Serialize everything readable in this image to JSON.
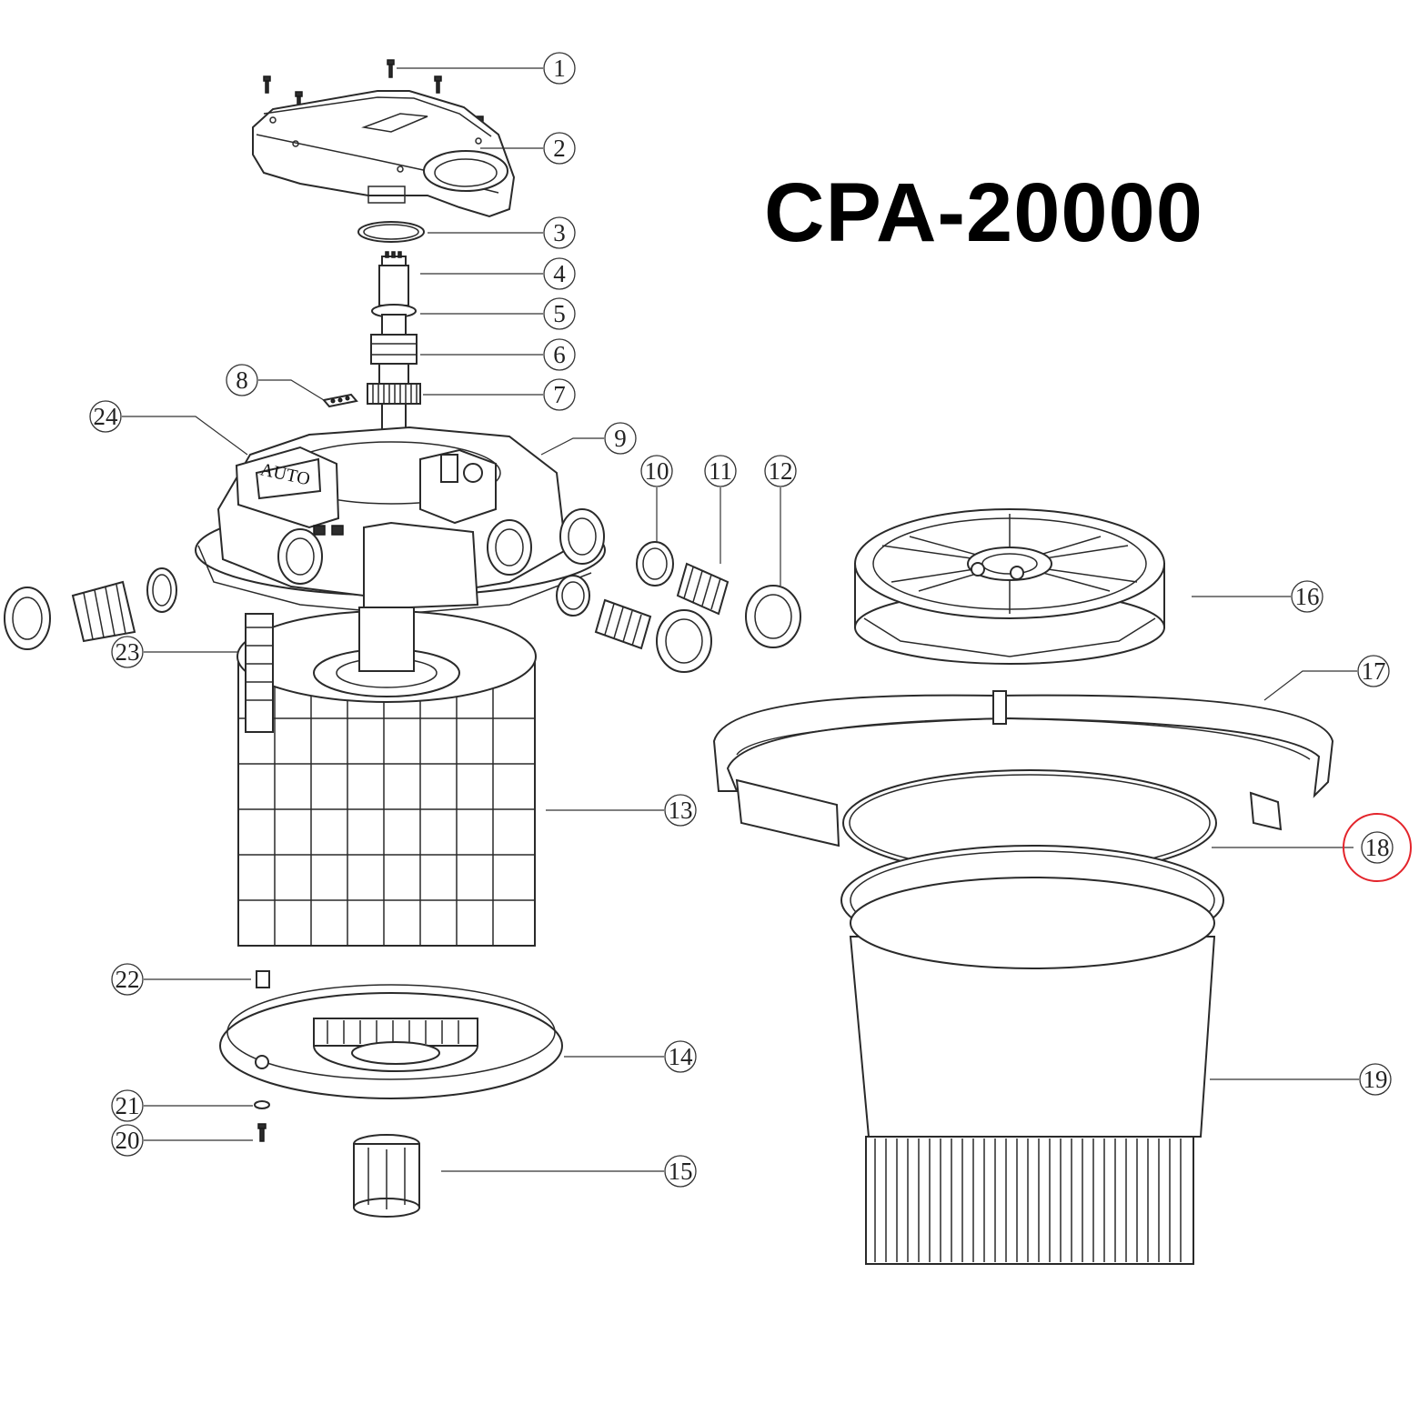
{
  "title": "CPA-20000",
  "embossed_label": "AUTO",
  "highlight_color": "#e3242b",
  "line_color": "#2a2a2a",
  "callouts": [
    {
      "num": "1"
    },
    {
      "num": "2"
    },
    {
      "num": "3"
    },
    {
      "num": "4"
    },
    {
      "num": "5"
    },
    {
      "num": "6"
    },
    {
      "num": "7"
    },
    {
      "num": "8"
    },
    {
      "num": "9"
    },
    {
      "num": "10"
    },
    {
      "num": "11"
    },
    {
      "num": "12"
    },
    {
      "num": "13"
    },
    {
      "num": "14"
    },
    {
      "num": "15"
    },
    {
      "num": "16"
    },
    {
      "num": "17"
    },
    {
      "num": "18",
      "highlighted": true
    },
    {
      "num": "19"
    },
    {
      "num": "20"
    },
    {
      "num": "21"
    },
    {
      "num": "22"
    },
    {
      "num": "23"
    },
    {
      "num": "24"
    }
  ]
}
